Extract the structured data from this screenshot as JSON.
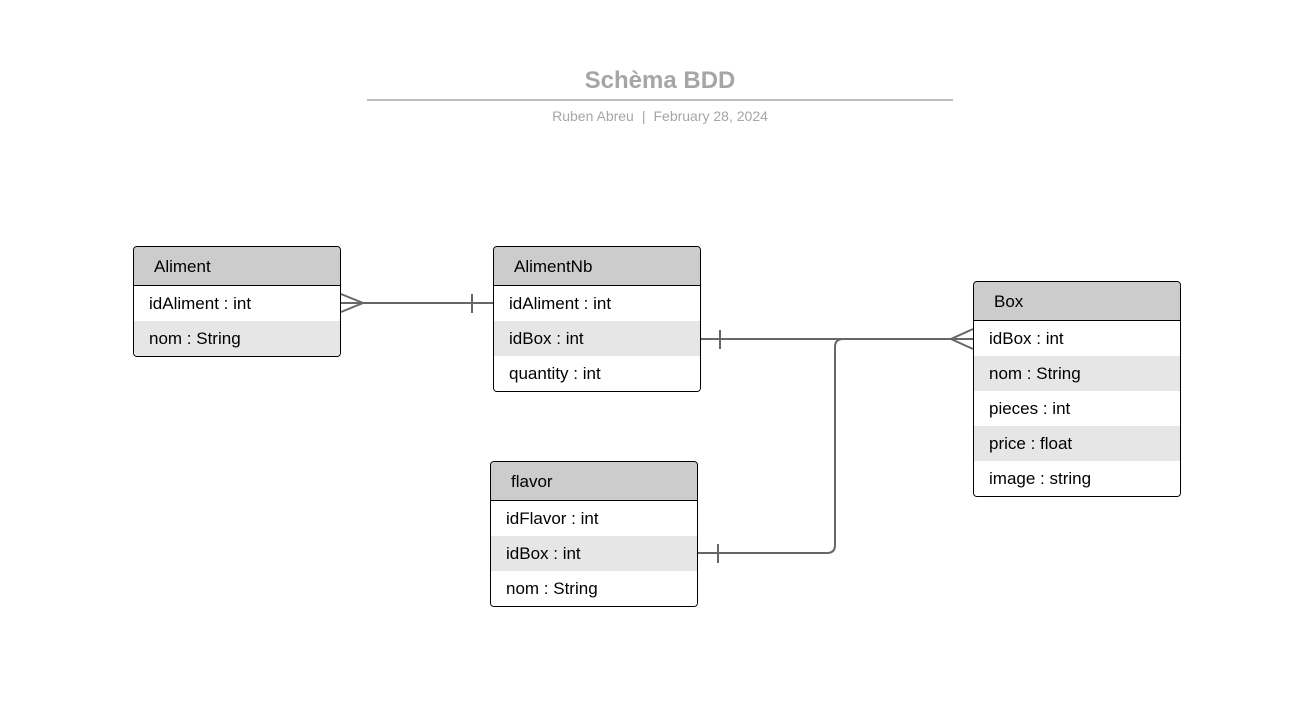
{
  "document": {
    "title": "Schèma BDD",
    "author": "Ruben Abreu",
    "separator": "|",
    "date": "February 28, 2024"
  },
  "entities": {
    "aliment": {
      "name": "Aliment",
      "fields": [
        "idAliment : int",
        "nom : String"
      ]
    },
    "alimentnb": {
      "name": "AlimentNb",
      "fields": [
        "idAliment : int",
        "idBox : int",
        "quantity : int"
      ]
    },
    "box": {
      "name": "Box",
      "fields": [
        "idBox : int",
        "nom : String",
        "pieces : int",
        "price : float",
        "image : string"
      ]
    },
    "flavor": {
      "name": "flavor",
      "fields": [
        "idFlavor : int",
        "idBox : int",
        "nom : String"
      ]
    }
  },
  "relationships": [
    {
      "from": "Aliment.idAliment",
      "from_cardinality": "many",
      "to": "AlimentNb.idAliment",
      "to_cardinality": "one"
    },
    {
      "from": "AlimentNb.idBox",
      "from_cardinality": "one",
      "to": "Box.idBox",
      "to_cardinality": "many"
    },
    {
      "from": "flavor.idBox",
      "from_cardinality": "one",
      "to": "Box.idBox",
      "to_cardinality": "many"
    }
  ],
  "colors": {
    "title": "#a6a6a6",
    "header_fill": "#cccccc",
    "alt_row_fill": "#e6e6e6",
    "connector": "#666666",
    "border": "#000000"
  }
}
